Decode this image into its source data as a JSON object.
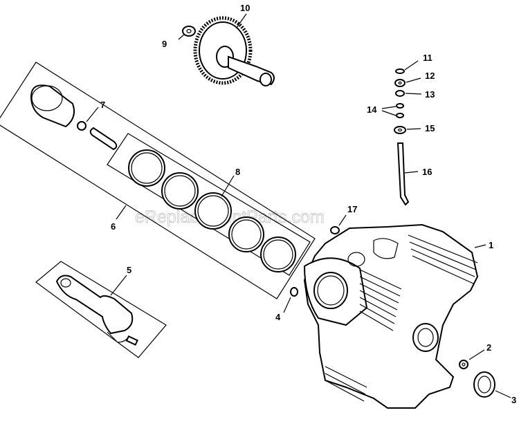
{
  "watermark": "eReplacementParts.com",
  "callouts": [
    {
      "id": "1",
      "text": "1"
    },
    {
      "id": "2",
      "text": "2"
    },
    {
      "id": "3",
      "text": "3"
    },
    {
      "id": "4",
      "text": "4"
    },
    {
      "id": "5",
      "text": "5"
    },
    {
      "id": "6",
      "text": "6"
    },
    {
      "id": "7",
      "text": "7"
    },
    {
      "id": "8",
      "text": "8"
    },
    {
      "id": "9",
      "text": "9"
    },
    {
      "id": "10",
      "text": "10"
    },
    {
      "id": "11",
      "text": "11"
    },
    {
      "id": "12",
      "text": "12"
    },
    {
      "id": "13",
      "text": "13"
    },
    {
      "id": "14",
      "text": "14"
    },
    {
      "id": "15",
      "text": "15"
    },
    {
      "id": "16",
      "text": "16"
    },
    {
      "id": "17",
      "text": "17"
    }
  ]
}
